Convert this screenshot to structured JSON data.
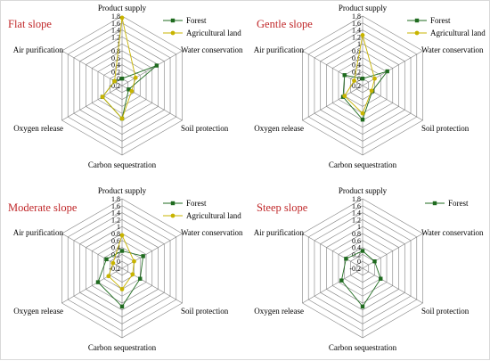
{
  "colors": {
    "forest": "#1f6b1f",
    "agricultural": "#c8b400",
    "title": "#c0282a",
    "grid": "#7f7f7f"
  },
  "chart_data": [
    {
      "type": "radar",
      "title": "Flat slope",
      "axes": [
        "Product supply",
        "Water conservation",
        "Soil protection",
        "Carbon sequestration",
        "Oxygen release",
        "Air purification"
      ],
      "ticks": [
        "-0.2",
        "0",
        "0.2",
        "0.4",
        "0.6",
        "0.8",
        "1",
        "1.2",
        "1.4",
        "1.6",
        "1.8"
      ],
      "rlim": [
        -0.2,
        1.8
      ],
      "legend_position": "top-right",
      "series": [
        {
          "name": "Forest",
          "color": "#1f6b1f",
          "values": [
            0.0,
            0.95,
            0.02,
            0.75,
            0.45,
            0.05
          ]
        },
        {
          "name": "Agricultural land",
          "color": "#c8b400",
          "values": [
            1.75,
            0.25,
            0.12,
            0.75,
            0.45,
            0.05
          ]
        }
      ]
    },
    {
      "type": "radar",
      "title": "Gentle slope",
      "axes": [
        "Product supply",
        "Water conservation",
        "Soil protection",
        "Carbon sequestration",
        "Oxygen release",
        "Air purification"
      ],
      "ticks": [
        "-0.2",
        "0",
        "0.2",
        "0.4",
        "0.6",
        "0.8",
        "1",
        "1.2",
        "1.4",
        "1.6",
        "1.8"
      ],
      "rlim": [
        -0.2,
        1.8
      ],
      "legend_position": "top-right",
      "series": [
        {
          "name": "Forest",
          "color": "#1f6b1f",
          "values": [
            0.0,
            0.62,
            0.12,
            0.78,
            0.45,
            0.4
          ]
        },
        {
          "name": "Agricultural land",
          "color": "#c8b400",
          "values": [
            1.25,
            0.2,
            0.1,
            0.6,
            0.4,
            0.08
          ]
        }
      ]
    },
    {
      "type": "radar",
      "title": "Moderate slope",
      "axes": [
        "Product supply",
        "Water conservation",
        "Soil protection",
        "Carbon sequestration",
        "Oxygen release",
        "Air purification"
      ],
      "ticks": [
        "-0.2",
        "0",
        "0.2",
        "0.4",
        "0.6",
        "0.8",
        "1",
        "1.2",
        "1.4",
        "1.6",
        "1.8"
      ],
      "rlim": [
        -0.2,
        1.8
      ],
      "legend_position": "top-right",
      "series": [
        {
          "name": "Forest",
          "color": "#1f6b1f",
          "values": [
            0.3,
            0.5,
            0.4,
            0.9,
            0.6,
            0.32
          ]
        },
        {
          "name": "Agricultural land",
          "color": "#c8b400",
          "values": [
            0.75,
            0.2,
            0.15,
            0.4,
            0.25,
            0.1
          ]
        }
      ]
    },
    {
      "type": "radar",
      "title": "Steep slope",
      "axes": [
        "Product supply",
        "Water conservation",
        "Soil protection",
        "Carbon sequestration",
        "Oxygen release",
        "Air purification"
      ],
      "ticks": [
        "-0.2",
        "0",
        "0.2",
        "0.4",
        "0.6",
        "0.8",
        "1",
        "1.2",
        "1.4",
        "1.6",
        "1.8"
      ],
      "rlim": [
        -0.2,
        1.8
      ],
      "legend_position": "top-right",
      "series": [
        {
          "name": "Forest",
          "color": "#1f6b1f",
          "values": [
            0.3,
            0.2,
            0.4,
            0.9,
            0.5,
            0.35
          ]
        }
      ]
    }
  ]
}
